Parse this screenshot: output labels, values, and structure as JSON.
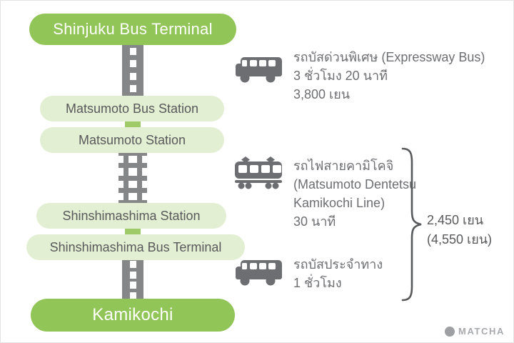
{
  "colors": {
    "primary_green": "#92c558",
    "light_green": "#e3efd2",
    "connector_green": "#9ecb67",
    "road_gray": "#848688",
    "icon_gray": "#6d6e71",
    "text_gray": "#58595b",
    "logo_gray": "#a7a9ac"
  },
  "stations": {
    "shinjuku": "Shinjuku Bus Terminal",
    "matsumoto_bus": "Matsumoto Bus Station",
    "matsumoto": "Matsumoto Station",
    "shinshimashima": "Shinshimashima Station",
    "shinshimashima_bus": "Shinshimashima Bus Terminal",
    "kamikochi": "Kamikochi"
  },
  "segments": [
    {
      "icon": "bus-icon",
      "lines": [
        "รถบัสด่วนพิเศษ (Expressway Bus)",
        "3 ชั่วโมง 20 นาที",
        "3,800 เยน"
      ]
    },
    {
      "icon": "train-icon",
      "lines": [
        "รถไฟสายคามิโคจิ",
        "(Matsumoto Dentetsu",
        "Kamikochi Line)",
        "30 นาที"
      ]
    },
    {
      "icon": "bus-icon",
      "lines": [
        "รถบัสประจำทาง",
        "1 ชั่วโมง"
      ]
    }
  ],
  "fare_group": {
    "lines": [
      "2,450 เยน",
      "(4,550 เยน)"
    ]
  },
  "logo": {
    "text": "MATCHA"
  }
}
